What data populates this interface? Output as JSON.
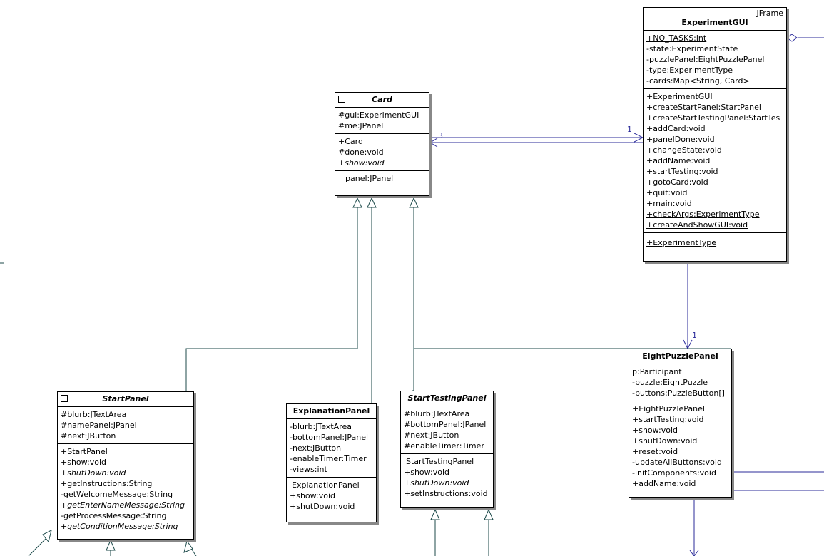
{
  "classes": {
    "experiment_gui": {
      "stereotype": "JFrame",
      "name": "ExperimentGUI",
      "attributes": [
        "+NO_TASKS:int",
        "-state:ExperimentState",
        "-puzzlePanel:EightPuzzlePanel",
        "-type:ExperimentType",
        "-cards:Map<String, Card>"
      ],
      "operations": [
        "+ExperimentGUI",
        "+createStartPanel:StartPanel",
        "+createStartTestingPanel:StartTes",
        "+addCard:void",
        "+panelDone:void",
        "+changeState:void",
        "+addName:void",
        "+startTesting:void",
        "+gotoCard:void",
        "+quit:void",
        "+main:void",
        "+checkArgs:ExperimentType",
        "+createAndShowGUI:void"
      ],
      "inner": [
        "+ExperimentType"
      ]
    },
    "card": {
      "name": "Card",
      "attributes": [
        "#gui:ExperimentGUI",
        "#me:JPanel"
      ],
      "operations": [
        "+Card",
        "#done:void",
        "+show:void"
      ],
      "properties": [
        "panel:JPanel"
      ]
    },
    "start_panel": {
      "name": "StartPanel",
      "attributes": [
        "#blurb:JTextArea",
        "#namePanel:JPanel",
        "#next:JButton"
      ],
      "operations": [
        "+StartPanel",
        "+show:void",
        "+shutDown:void",
        "+getInstructions:String",
        "-getWelcomeMessage:String",
        "+getEnterNameMessage:String",
        "-getProcessMessage:String",
        "+getConditionMessage:String"
      ]
    },
    "explanation_panel": {
      "name": "ExplanationPanel",
      "attributes": [
        "-blurb:JTextArea",
        "-bottomPanel:JPanel",
        "-next:JButton",
        "-enableTimer:Timer",
        "-views:int"
      ],
      "operations": [
        "ExplanationPanel",
        "+show:void",
        "+shutDown:void"
      ]
    },
    "start_testing_panel": {
      "name": "StartTestingPanel",
      "attributes": [
        "#blurb:JTextArea",
        "#bottomPanel:JPanel",
        "#next:JButton",
        "#enableTimer:Timer"
      ],
      "operations": [
        "StartTestingPanel",
        "+show:void",
        "+shutDown:void",
        "+setInstructions:void"
      ]
    },
    "eight_puzzle_panel": {
      "name": "EightPuzzlePanel",
      "attributes": [
        "p:Participant",
        "-puzzle:EightPuzzle",
        "-buttons:PuzzleButton[]"
      ],
      "operations": [
        "+EightPuzzlePanel",
        "+startTesting:void",
        "+show:void",
        "+shutDown:void",
        "+reset:void",
        "-updateAllButtons:void",
        "-initComponents:void",
        "+addName:void"
      ]
    }
  },
  "multiplicities": {
    "card_end": "3",
    "gui_end": "1",
    "puzzle_end": "1"
  },
  "colors": {
    "association": "#2b2b9a",
    "generalization": "#1c4a4a",
    "border": "#000000"
  }
}
